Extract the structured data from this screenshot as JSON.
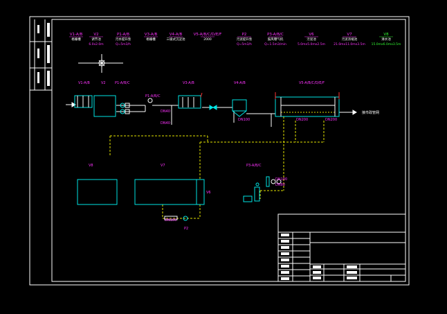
{
  "drawing": {
    "colors": {
      "background": "#000000",
      "border": "#ffffff",
      "equipment": "#00e5e5",
      "labels": "#ff33ff",
      "pipes": "#e5e500",
      "blocks": "#ffffff",
      "green": "#33ff33"
    },
    "legend": [
      {
        "code": "V1-A/B",
        "line1": "格栅槽",
        "line2": "",
        "color": "#ff33ff"
      },
      {
        "code": "V2",
        "line1": "调节池",
        "line2": "6.0x2.0m",
        "color": "#ff33ff"
      },
      {
        "code": "P1-A/B",
        "line1": "污水提升泵",
        "line2": "Q=5m3/h",
        "color": "#ff33ff"
      },
      {
        "code": "V3-A/B",
        "line1": "格栅槽",
        "line2": "",
        "color": "#ff33ff"
      },
      {
        "code": "V4-A/B",
        "line1": "三级式沉淀池",
        "line2": "",
        "color": "#ff33ff"
      },
      {
        "code": "V5-A/B/C/D/E/F",
        "line1": "2000",
        "line2": "",
        "color": "#ff33ff"
      },
      {
        "code": "P2",
        "line1": "污泥提升泵",
        "line2": "Q=5m3/h",
        "color": "#ff33ff"
      },
      {
        "code": "P3-A/B/C",
        "line1": "鼓风曝气机",
        "line2": "Q=1.5m3/min",
        "color": "#ff33ff"
      },
      {
        "code": "V6",
        "line1": "污泥池",
        "line2": "5.0mx5.0mx2.5m",
        "color": "#ff33ff"
      },
      {
        "code": "V7",
        "line1": "污泥浓缩池",
        "line2": "21.0mx11.0mx3.5m",
        "color": "#ff33ff"
      },
      {
        "code": "V8",
        "line1": "清水池",
        "line2": "15.0mx6.0mx3.5m",
        "color": "#33ff33"
      }
    ],
    "tags": {
      "v1": "V1-A/B",
      "v2": "V2",
      "p1": "P1-A/B/C",
      "p1b": "P1-A/B/C",
      "v3": "V3-A/B",
      "v4": "V4-A/B",
      "v5": "V5-A/B/C/D/E/F",
      "v6": "V6",
      "v7": "V7",
      "v8": "V8",
      "p2": "P2",
      "p3": "P3-A/B/C",
      "dn1": "DN40",
      "dn2": "DN40",
      "dn3": "DN100",
      "dn4": "DN200",
      "dn5": "DN200",
      "dn6": "DN100",
      "dn7": "DN100",
      "dn8": "DN80",
      "outlet": "接市政管网"
    }
  }
}
